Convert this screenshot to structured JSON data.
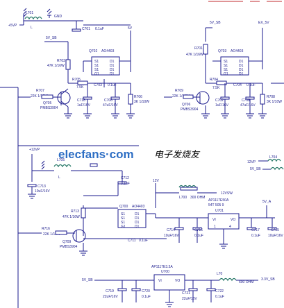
{
  "watermark": {
    "site": "elecfans",
    "dot_com": "·com",
    "chinese": "电子发烧友"
  },
  "nets": {
    "n5v_in": "+5VP",
    "gnd": "GND",
    "n5v_sb": "5V_SB",
    "n5v": "5V",
    "ex5v": "EX_5V",
    "n12vp": "+12VP",
    "n12v": "12V",
    "n12vsw": "12VSW",
    "n12vp_r": "12VP",
    "n5vsb_r": "5V_SB",
    "n5va": "5V_A",
    "n33vsb": "3.3V_SB",
    "n5vsb_b": "5V_SB"
  },
  "inductors": {
    "l701": "L701",
    "l701v": "L",
    "l705": "L705",
    "l705v": "L",
    "l700": "L700",
    "l700v": "300 OHM",
    "l704": "L704",
    "l7xx": "L70",
    "l7xxv": "600 OHM"
  },
  "mosfets": {
    "q702": "Q702",
    "q702v": "AO4403",
    "q703": "Q703",
    "q703v": "AO4403",
    "q700": "Q700",
    "q700v": "AO4403",
    "pins_s": [
      "S1",
      "S1",
      "S1",
      "G1"
    ],
    "pins_d": [
      "D1",
      "D1",
      "D1",
      "D1"
    ]
  },
  "transistors": {
    "q705": "Q705",
    "q705v": "PMBS3904",
    "q706": "Q706",
    "q706v": "PMBS3904",
    "q709": "Q709",
    "q709v": "PMBS3904"
  },
  "resistors": {
    "r703": "R703",
    "r703v": "47K  1/16W",
    "r705": "R705",
    "r705v": "7.5K",
    "r706": "R706",
    "r706v": "3K  1/10W",
    "r707": "R707",
    "r707v": "22K  1/16W",
    "r701": "R701",
    "r701v": "47K  1/16W",
    "r709": "R709",
    "r709v": "22K  1/16W",
    "r704": "R704",
    "r704v": "7.5K",
    "r708": "R708",
    "r708v": "3K  1/10W",
    "r713": "R713",
    "r713v": "47K  1/16W",
    "r716": "R716",
    "r716v": "22K  1/16W"
  },
  "capacitors": {
    "c701": "C701",
    "c701v": "0.1uF",
    "c703": "C703",
    "c703v": "0.1uF",
    "c718": "C718",
    "c718v": "1uF/16V",
    "c706": "C706",
    "c706v": "47uF/16V",
    "c704": "C704",
    "c704v": "0.1uF",
    "c702": "C702",
    "c702v": "1uF/16V",
    "c708": "C708",
    "c708v": "47uF/16V",
    "c713": "C713",
    "c713v": "10uF/16V",
    "c712": "C712",
    "c712v": "0.1uF",
    "c711": "C711",
    "c711v": "0.1uF",
    "c714": "C714",
    "c714v": "10uF/16V",
    "c716": "C716",
    "c716v": "0.1uF",
    "c717": "C717",
    "c717v": "0.1uF",
    "c715": "C715",
    "c715v": "10uF/16V",
    "c719": "C719",
    "c719v": "22uF/16V",
    "c720": "C720",
    "c720v": "0.1uF",
    "c721": "C721",
    "c721v": "22uF/16V",
    "c722": "C722",
    "c722v": "0.1uF"
  },
  "regulators": {
    "u701": "U701",
    "u701v": "AP1117E50A",
    "u701p": "54T  505  9",
    "u701_vi": "VI",
    "u701_vo": "VO",
    "u701_n": "1",
    "u701_4": "4",
    "u700": "U700",
    "u700v": "AP1117E3.3A",
    "u700_vi": "VI",
    "u700_vo": "VO"
  }
}
